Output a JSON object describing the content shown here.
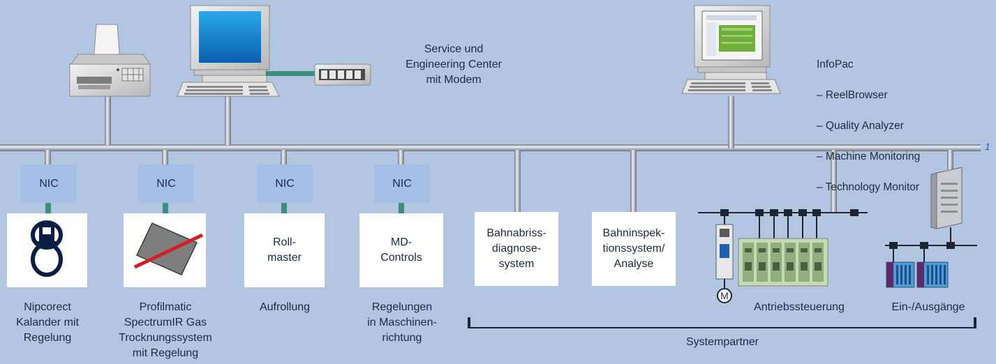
{
  "service_text": "Service und\nEngineering Center\nmit Modem",
  "infopac": {
    "title": "InfoPac",
    "items": [
      "– ReelBrowser",
      "– Quality Analyzer",
      "– Machine Monitoring",
      "– Technology Monitor"
    ]
  },
  "bus_ref": "1",
  "nic_label": "NIC",
  "modules": [
    {
      "box": "",
      "caption": "Nipcorect\nKalander mit\nRegelung"
    },
    {
      "box": "",
      "caption": "Profilmatic\nSpectrumIR Gas\nTrocknungssystem\nmit Regelung"
    },
    {
      "box": "Roll-\nmaster",
      "caption": "Aufrollung"
    },
    {
      "box": "MD-\nControls",
      "caption": "Regelungen\nin Maschinen-\nrichtung"
    },
    {
      "box": "Bahnabriss-\ndiagnose-\nsystem",
      "caption": ""
    },
    {
      "box": "Bahninspek-\ntionssystem/\nAnalyse",
      "caption": ""
    }
  ],
  "drive_caption": "Antriebssteuerung",
  "motor_label": "M",
  "io_caption": "Ein-/Ausgänge",
  "systempartner_label": "Systempartner",
  "colors": {
    "background": "#b2c6e2",
    "bus": "#a0a8b4",
    "nic": "#a6bfe7",
    "link": "#3e8f7a",
    "box": "#ffffff",
    "ref": "#1d5fc4"
  }
}
